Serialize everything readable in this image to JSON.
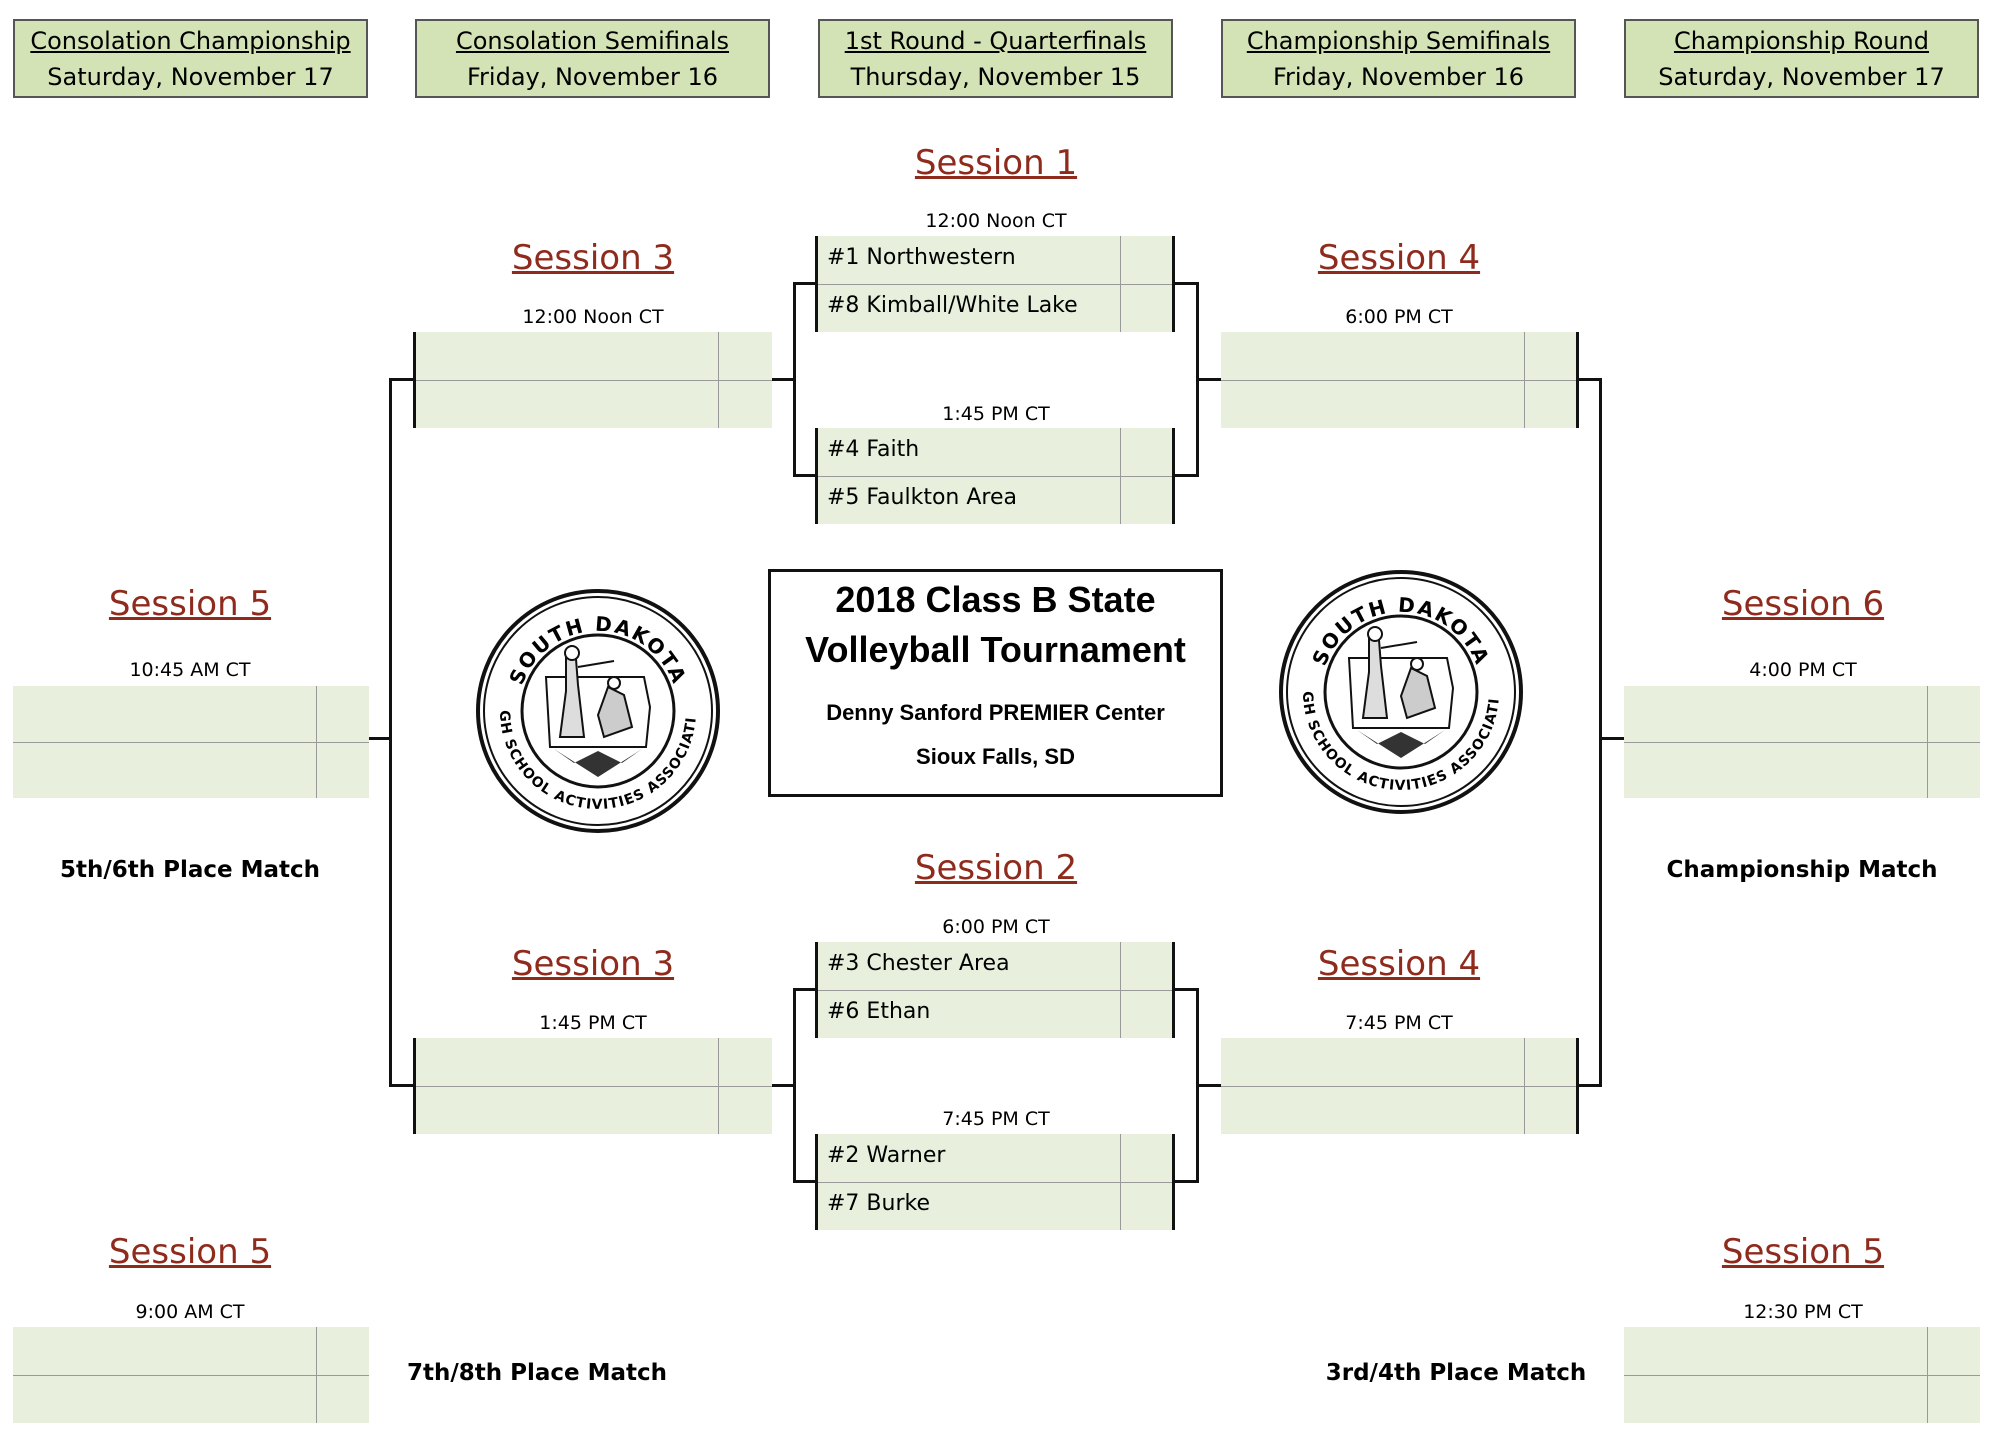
{
  "headers": [
    {
      "title": "Consolation Championship",
      "date": "Saturday, November 17"
    },
    {
      "title": "Consolation Semifinals",
      "date": "Friday, November 16"
    },
    {
      "title": "1st Round - Quarterfinals",
      "date": "Thursday, November 15"
    },
    {
      "title": "Championship Semifinals",
      "date": "Friday, November 16"
    },
    {
      "title": "Championship Round",
      "date": "Saturday, November 17"
    }
  ],
  "quarterfinals": [
    {
      "session": "Session 1",
      "time": "12:00 Noon CT",
      "teams": [
        "#1 Northwestern",
        "#8 Kimball/White Lake"
      ]
    },
    {
      "session": "",
      "time": "1:45 PM CT",
      "teams": [
        "#4 Faith",
        "#5 Faulkton Area"
      ]
    },
    {
      "session": "Session 2",
      "time": "6:00 PM CT",
      "teams": [
        "#3 Chester Area",
        "#6 Ethan"
      ]
    },
    {
      "session": "",
      "time": "7:45 PM CT",
      "teams": [
        "#2 Warner",
        "#7 Burke"
      ]
    }
  ],
  "consolation_semis": [
    {
      "session": "Session 3",
      "time": "12:00 Noon CT"
    },
    {
      "session": "Session 3",
      "time": "1:45 PM CT"
    }
  ],
  "championship_semis": [
    {
      "session": "Session 4",
      "time": "6:00 PM CT"
    },
    {
      "session": "Session 4",
      "time": "7:45 PM CT"
    }
  ],
  "consolation_final": {
    "session": "Session 5",
    "time": "10:45 AM CT",
    "label": "5th/6th Place Match"
  },
  "championship_final": {
    "session": "Session 6",
    "time": "4:00 PM CT",
    "label": "Championship Match"
  },
  "seventh_place": {
    "session": "Session 5",
    "time": "9:00 AM CT",
    "label": "7th/8th Place Match"
  },
  "third_place": {
    "session": "Session 5",
    "time": "12:30 PM CT",
    "label": "3rd/4th Place Match"
  },
  "title_box": {
    "line1": "2018 Class B State",
    "line2": "Volleyball Tournament",
    "venue": "Denny Sanford PREMIER Center",
    "city": "Sioux Falls, SD"
  },
  "logo": {
    "top_text": "SOUTH DAKOTA",
    "bottom_text": "HIGH SCHOOL ACTIVITIES ASSOCIATION"
  }
}
